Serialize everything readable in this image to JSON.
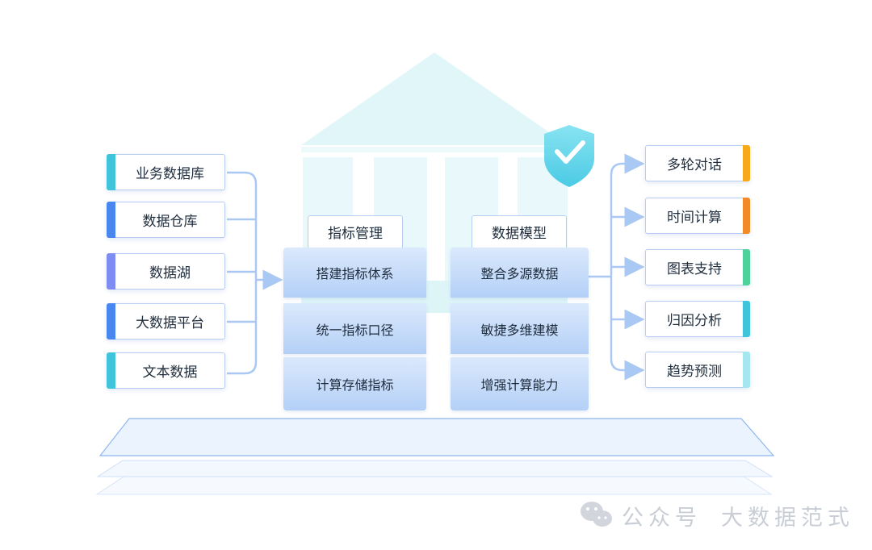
{
  "sources": [
    {
      "label": "业务数据库",
      "accent": "#40c4dc"
    },
    {
      "label": "数据仓库",
      "accent": "#4a86f0"
    },
    {
      "label": "数据湖",
      "accent": "#7f8df2"
    },
    {
      "label": "大数据平台",
      "accent": "#4a86f0"
    },
    {
      "label": "文本数据",
      "accent": "#40c4dc"
    }
  ],
  "columns": [
    {
      "title": "指标管理",
      "items": [
        "搭建指标体系",
        "统一指标口径",
        "计算存储指标"
      ]
    },
    {
      "title": "数据模型",
      "items": [
        "整合多源数据",
        "敏捷多维建模",
        "增强计算能力"
      ]
    }
  ],
  "outputs": [
    {
      "label": "多轮对话",
      "accent": "#f7a81b"
    },
    {
      "label": "时间计算",
      "accent": "#f38a2a"
    },
    {
      "label": "图表支持",
      "accent": "#4fd19a"
    },
    {
      "label": "归因分析",
      "accent": "#40c4dc"
    },
    {
      "label": "趋势预测",
      "accent": "#a5e6ef"
    }
  ],
  "shield_icon": "shield-check-icon",
  "watermark": {
    "icon": "wechat-icon",
    "account": "公众号",
    "name": "大数据范式"
  },
  "colors": {
    "building": "#e0f6f9",
    "connector": "#a9c8f4",
    "card": "#b4d0f7"
  }
}
